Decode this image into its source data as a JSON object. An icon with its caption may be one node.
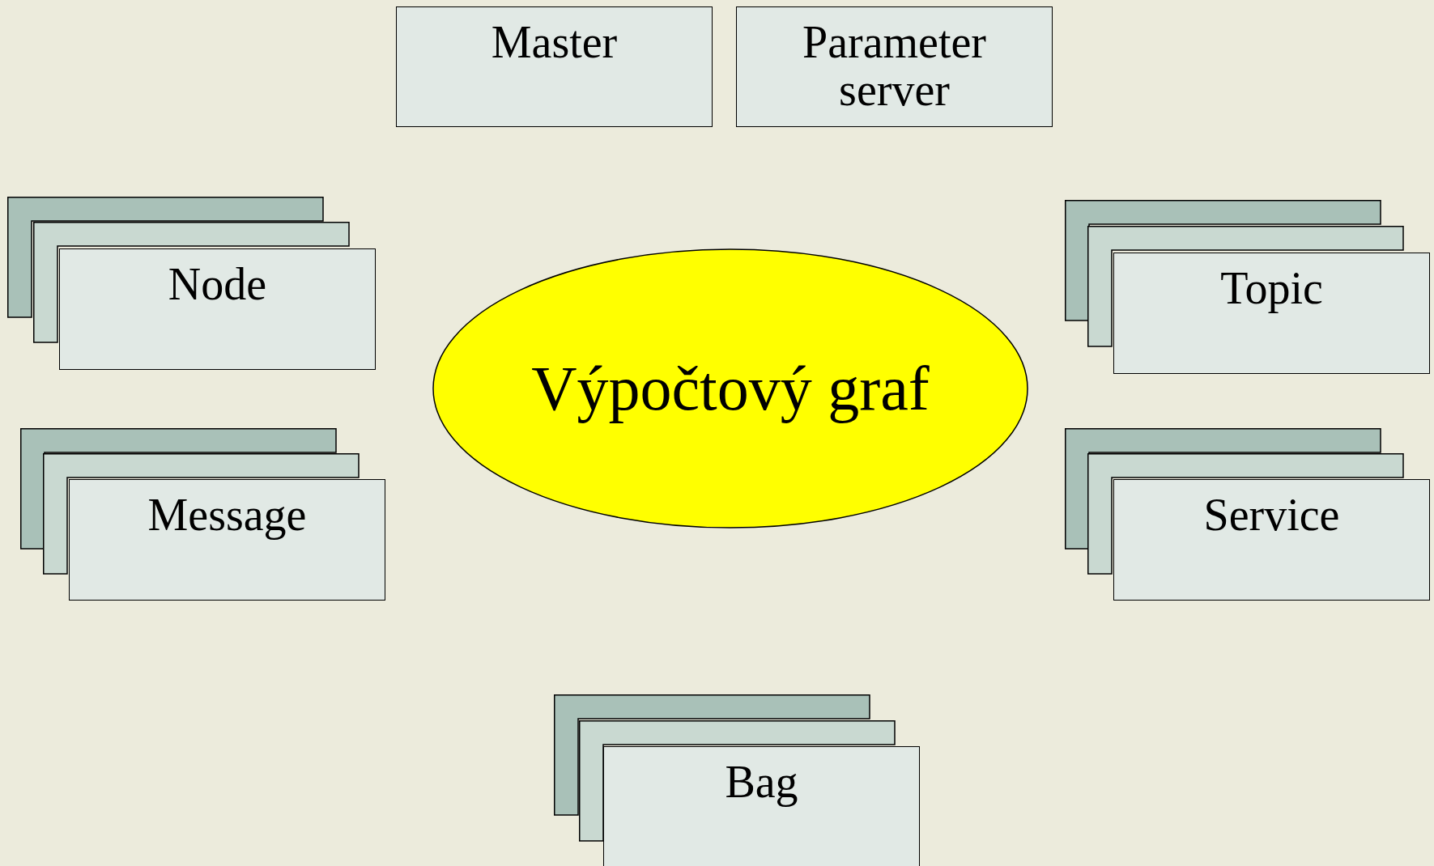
{
  "diagram": {
    "nodes": [
      {
        "text": [
          "Master"
        ]
      },
      {
        "text": [
          "Parameter server"
        ]
      },
      {
        "text": [],
        "shape": "box"
      },
      {
        "text": [],
        "shape": "box"
      },
      {
        "text": [
          "Node"
        ]
      },
      {
        "text": [],
        "shape": "box"
      },
      {
        "text": [],
        "shape": "box"
      },
      {
        "text": [
          "Topic"
        ]
      },
      {
        "text": [
          "Výpočtový graf"
        ]
      },
      {
        "text": [],
        "shape": "box"
      },
      {
        "text": [],
        "shape": "box"
      },
      {
        "text": [
          "Message"
        ]
      },
      {
        "text": [],
        "shape": "box"
      },
      {
        "text": [],
        "shape": "box"
      },
      {
        "text": [
          "Service"
        ]
      },
      {
        "text": [],
        "shape": "box"
      },
      {
        "text": [],
        "shape": "box"
      },
      {
        "text": [
          "Bag"
        ]
      }
    ]
  }
}
